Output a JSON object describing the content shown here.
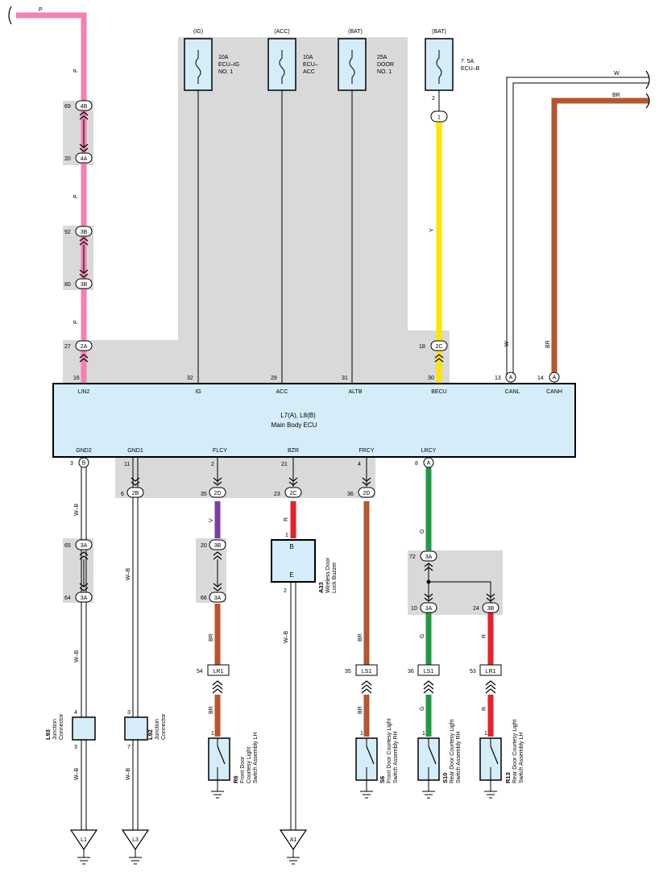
{
  "colors": {
    "pink": "#f47fb4",
    "yellow": "#ffe400",
    "brown": "#b5562f",
    "purple": "#7b3fa0",
    "red": "#e8202a",
    "green": "#1f9a44",
    "ecu_fill": "#d5edf8",
    "component_fill": "#d5edf8",
    "shade": "#d9d9d9"
  },
  "wires": {
    "P": "P",
    "W": "W",
    "BR": "BR",
    "Y": "Y",
    "WB": "W–B",
    "V": "V",
    "R": "R",
    "G": "G"
  },
  "fuses": [
    {
      "supply": "(IG)",
      "rating": "10A",
      "name1": "ECU–IG",
      "name2": "NO. 1"
    },
    {
      "supply": "(ACC)",
      "rating": "10A",
      "name1": "ECU–",
      "name2": "ACC"
    },
    {
      "supply": "(BAT)",
      "rating": "25A",
      "name1": "DOOR",
      "name2": "NO. 1"
    },
    {
      "supply": "(BAT)",
      "rating": "7. 5A",
      "name1": "ECU–B",
      "name2": ""
    }
  ],
  "ecu": {
    "ref": "L7(A), L8(B)",
    "name": "Main Body ECU",
    "top_terminals": [
      {
        "label": "LIN2",
        "pin": "16"
      },
      {
        "label": "IG",
        "pin": "32"
      },
      {
        "label": "ACC",
        "pin": "29"
      },
      {
        "label": "ALTB",
        "pin": "31"
      },
      {
        "label": "BECU",
        "pin": "30"
      },
      {
        "label": "CANL",
        "pin": "13",
        "conn": "A"
      },
      {
        "label": "CANH",
        "pin": "14",
        "conn": "A"
      }
    ],
    "bottom_terminals": [
      {
        "label": "GND2",
        "pin": "3",
        "conn": "B"
      },
      {
        "label": "GND1",
        "pin": "11"
      },
      {
        "label": "FLCY",
        "pin": "2"
      },
      {
        "label": "BZR",
        "pin": "21"
      },
      {
        "label": "FRCY",
        "pin": "4"
      },
      {
        "label": "LRCY",
        "pin": "8",
        "conn": "A"
      }
    ]
  },
  "connectors": {
    "c69_4B": {
      "pin": "69",
      "id": "4B"
    },
    "c20_4A": {
      "pin": "20",
      "id": "4A"
    },
    "c92_3B": {
      "pin": "92",
      "id": "3B"
    },
    "c80_3B": {
      "pin": "80",
      "id": "3B"
    },
    "c27_2A": {
      "pin": "27",
      "id": "2A"
    },
    "c18_2C": {
      "pin": "18",
      "id": "2C"
    },
    "c1": {
      "pin": "2",
      "id": "1"
    },
    "c65_3A": {
      "pin": "65",
      "id": "3A"
    },
    "c64_3A": {
      "pin": "64",
      "id": "3A"
    },
    "c6_2B": {
      "pin": "6",
      "id": "2B"
    },
    "c35_2D": {
      "pin": "35",
      "id": "2D"
    },
    "c20_3B": {
      "pin": "20",
      "id": "3B"
    },
    "c66_3A": {
      "pin": "66",
      "id": "3A"
    },
    "c23_2C": {
      "pin": "23",
      "id": "2C"
    },
    "c36_2D": {
      "pin": "36",
      "id": "2D"
    },
    "c72_3A": {
      "pin": "72",
      "id": "3A"
    },
    "c10_3A": {
      "pin": "10",
      "id": "3A"
    },
    "c24_3B": {
      "pin": "24",
      "id": "3B"
    }
  },
  "inline": {
    "lr1_a": {
      "pin": "54",
      "id": "LR1"
    },
    "ls1_a": {
      "pin": "35",
      "id": "LS1"
    },
    "ls1_b": {
      "pin": "36",
      "id": "LS1"
    },
    "lr1_b": {
      "pin": "53",
      "id": "LR1"
    }
  },
  "junctions": [
    {
      "ref": "L93",
      "name1": "Junction",
      "name2": "Connector",
      "pin_top": "4",
      "pin_bottom": "3"
    },
    {
      "ref": "L92",
      "name1": "Junction",
      "name2": "Connector",
      "pin_top": "3",
      "pin_bottom": "7"
    }
  ],
  "buzzer": {
    "ref": "A33",
    "name1": "Wireless Door",
    "name2": "Lock Buzzer",
    "term1": "B",
    "term2": "E",
    "pin1": "1",
    "pin2": "2"
  },
  "switches": [
    {
      "ref": "R6",
      "name1": "Front Door",
      "name2": "Courtesy Light",
      "name3": "Switch Assembly LH",
      "pin": "1"
    },
    {
      "ref": "S6",
      "name1": "Front Door Courtesy Light",
      "name2": "Switch Assembly RH",
      "name3": "",
      "pin": "1"
    },
    {
      "ref": "S10",
      "name1": "Rear Door Courtesy Light",
      "name2": "Switch Assembly RH",
      "name3": "",
      "pin": "1"
    },
    {
      "ref": "R13",
      "name1": "Rear Door Courtesy Light",
      "name2": "Switch Assembly LH",
      "name3": "",
      "pin": "1"
    }
  ],
  "grounds": [
    "L1",
    "L3",
    "A1"
  ]
}
